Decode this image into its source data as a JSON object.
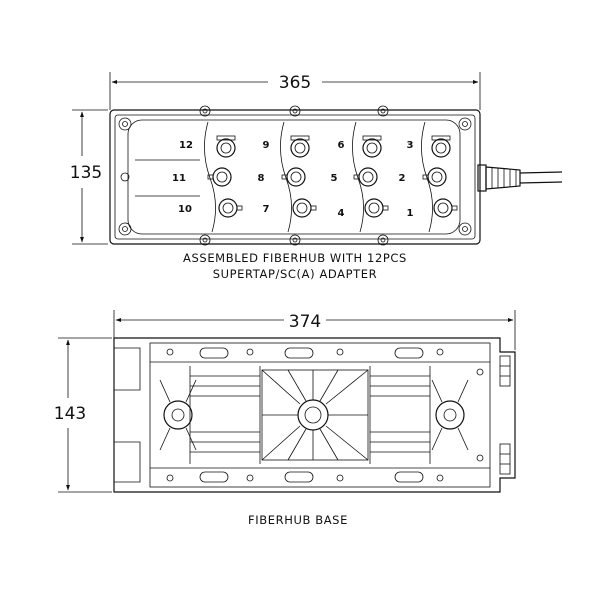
{
  "top_view": {
    "width_dim": "365",
    "height_dim": "135",
    "caption_line1": "ASSEMBLED FIBERHUB WITH 12PCS",
    "caption_line2": "SUPERTAP/SC(A) ADAPTER",
    "port_numbers": [
      "12",
      "9",
      "6",
      "3",
      "11",
      "8",
      "5",
      "2",
      "10",
      "7",
      "4",
      "1"
    ]
  },
  "base_view": {
    "width_dim": "374",
    "height_dim": "143",
    "caption": "FIBERHUB BASE"
  }
}
